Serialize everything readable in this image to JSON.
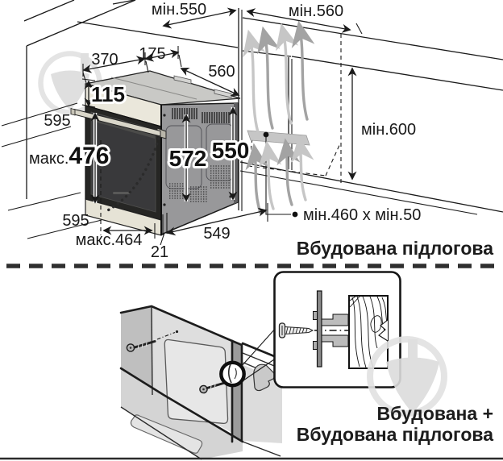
{
  "colors": {
    "line": "#1a1a1a",
    "oven_front_panel": "#eae7db",
    "oven_door": "#262624",
    "oven_side_panel": "#98989a",
    "airflow_arrow": "#a8a8a8",
    "watermark": "#dcdcdc",
    "caption_text": "#1c1c1c"
  },
  "top_diagram": {
    "caption": "Вбудована підлогова",
    "dimensions": {
      "niche_width_top": "мін.550",
      "niche_depth_top": "мін.560",
      "top_370": "370",
      "top_175": "175",
      "top_560": "560",
      "front_115": "115",
      "width_upper_595": "595",
      "max_476_prefix": "макс.",
      "max_476_value": "476",
      "side_572": "572",
      "side_550": "550",
      "clearance_600": "мін.600",
      "width_lower_595": "595",
      "max_464": "макс.464",
      "bottom_549": "549",
      "gap_21": "21",
      "vent_cutout": "мін.460 х мін.50"
    }
  },
  "bottom_diagram": {
    "caption_line1": "Вбудована +",
    "caption_line2": "Вбудована підлогова"
  }
}
